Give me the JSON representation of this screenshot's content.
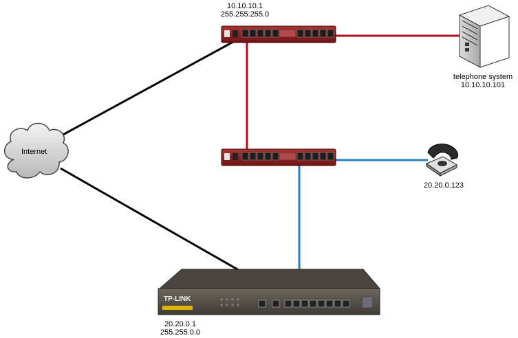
{
  "devices": {
    "router_top": {
      "ip": "10.10.10.1",
      "mask": "255.255.255.0"
    },
    "router_mid": {},
    "telephone_system": {
      "name": "telephone system",
      "ip": "10.10.10.101"
    },
    "phone": {
      "ip": "20.20.0.123"
    },
    "tplink": {
      "brand": "TP-LINK",
      "ip": "20.20.0.1",
      "mask": "255.255.0.0"
    },
    "cloud": {
      "label": "Internet"
    }
  },
  "colors": {
    "red_link": "#b0101a",
    "blue_link": "#2a7fc8",
    "black_link": "#000000",
    "router_body": "#8e1f1f",
    "tplink_body": "#5a554c"
  }
}
